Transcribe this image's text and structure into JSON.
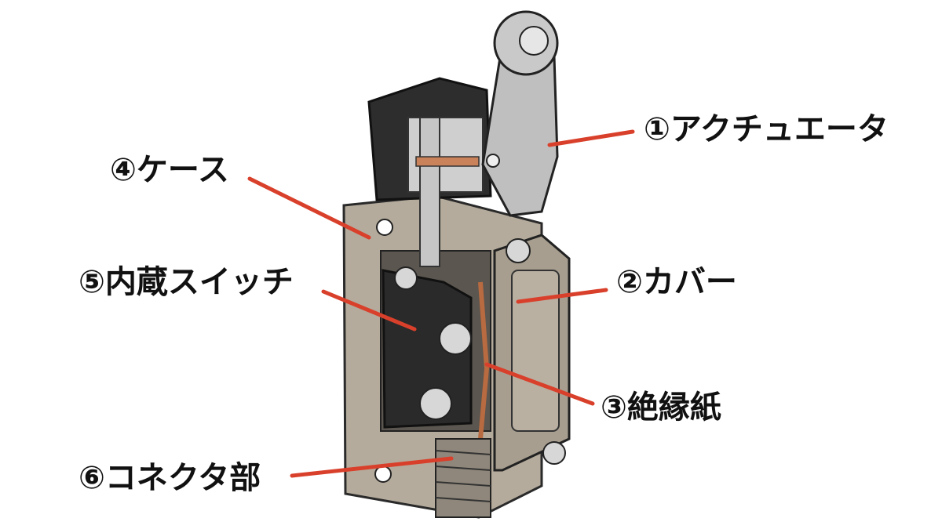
{
  "diagram": {
    "subject": "limit-switch-cutaway",
    "leader_color": "#d9402b",
    "labels": [
      {
        "id": "actuator",
        "text": "①アクチュエータ"
      },
      {
        "id": "cover",
        "text": "②カバー"
      },
      {
        "id": "insulating-paper",
        "text": "③絶縁紙"
      },
      {
        "id": "case",
        "text": "④ケース"
      },
      {
        "id": "internal-switch",
        "text": "⑤内蔵スイッチ"
      },
      {
        "id": "connector",
        "text": "⑥コネクタ部"
      }
    ]
  }
}
